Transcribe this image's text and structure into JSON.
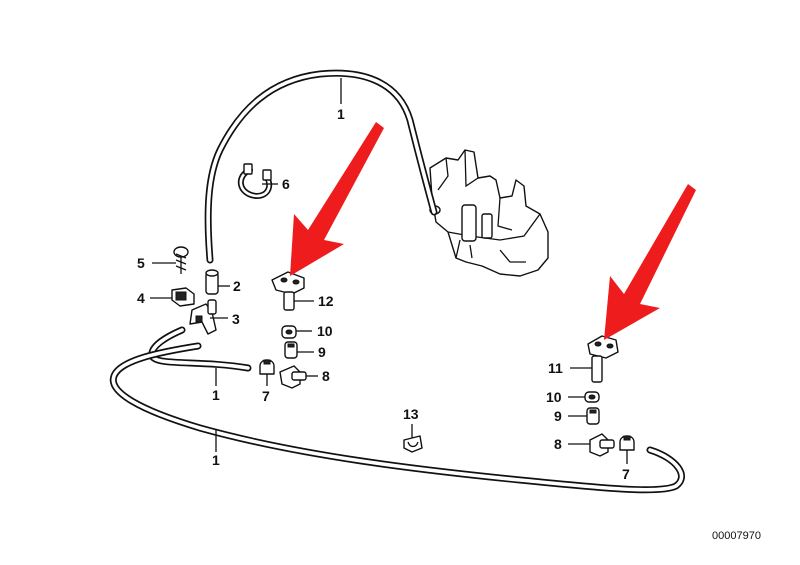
{
  "diagram": {
    "reference_number": "00007970",
    "callouts": [
      "1",
      "1",
      "1",
      "2",
      "3",
      "4",
      "5",
      "6",
      "7",
      "7",
      "8",
      "8",
      "9",
      "9",
      "10",
      "10",
      "11",
      "12",
      "13"
    ],
    "arrow_color": "#ee1c1c",
    "line_color": "#111111",
    "icons": {
      "arrows": "red-pointer-arrow-icon",
      "reservoir": "washer-fluid-reservoir-icon",
      "nozzle": "washer-nozzle-icon"
    }
  }
}
